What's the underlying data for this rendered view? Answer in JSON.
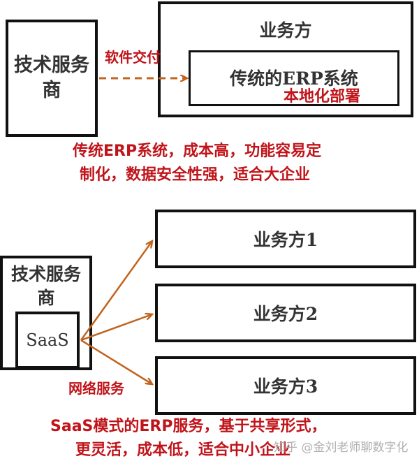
{
  "top": {
    "provider_label": "技术服务\n商",
    "arrow_label": "软件交付",
    "business_label": "业务方",
    "erp_label": "传统的ERP系统",
    "local_label": "本地化部署",
    "caption_line1": "传统ERP系统，成本高，功能容易定",
    "caption_line2": "制化，数据安全性强，适合大企业"
  },
  "bottom": {
    "provider_label": "技术服务\n商",
    "saas_label": "SaaS",
    "network_label": "网络服务",
    "business_items": [
      "业务方1",
      "业务方2",
      "业务方3"
    ],
    "caption_line1": "SaaS模式的ERP服务，基于共享形式，",
    "caption_line2": "更灵活，成本低，适合中小企业"
  },
  "watermark": "知乎 @金刘老师聊数字化",
  "colors": {
    "arrow": "#c0641e",
    "caption": "#c0141a",
    "border": "#111111"
  }
}
